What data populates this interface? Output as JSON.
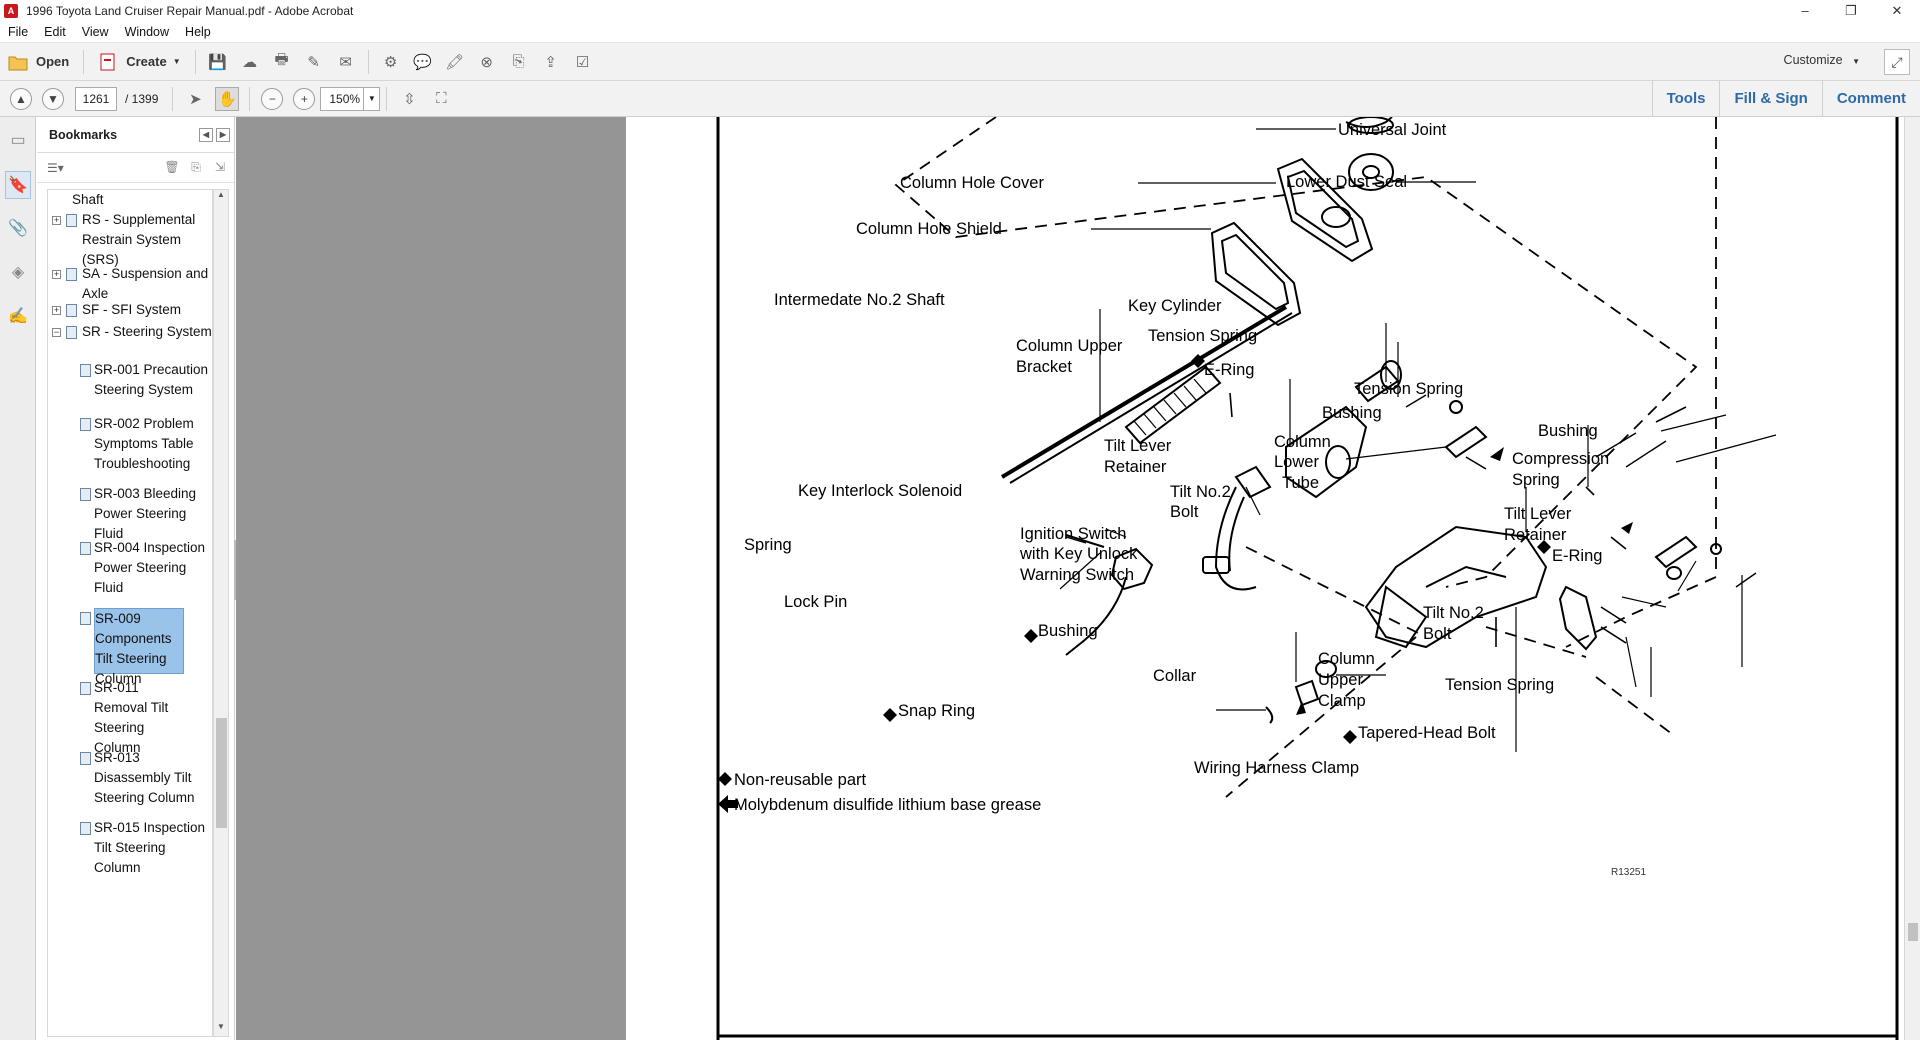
{
  "window": {
    "title": "1996 Toyota Land Cruiser Repair Manual.pdf - Adobe Acrobat",
    "controls": [
      "–",
      "❐",
      "✕"
    ]
  },
  "menu": [
    "File",
    "Edit",
    "View",
    "Window",
    "Help"
  ],
  "toolbar": {
    "open_label": "Open",
    "create_label": "Create",
    "customize_label": "Customize"
  },
  "nav": {
    "page_current": "1261",
    "page_total": "/ 1399",
    "zoom": "150%"
  },
  "right_links": [
    "Tools",
    "Fill & Sign",
    "Comment"
  ],
  "bookmarks": {
    "title": "Bookmarks",
    "items": [
      {
        "label": "Shaft"
      },
      {
        "label": "RS - Supplemental Restrain System (SRS)"
      },
      {
        "label": "SA - Suspension and Axle"
      },
      {
        "label": "SF - SFI System"
      },
      {
        "label": "SR - Steering System"
      },
      {
        "label": "SR-001 Precaution Steering System"
      },
      {
        "label": "SR-002 Problem Symptoms Table Troubleshooting"
      },
      {
        "label": "SR-003 Bleeding Power Steering Fluid"
      },
      {
        "label": "SR-004 Inspection Power Steering Fluid"
      },
      {
        "label": "SR-009 Components Tilt Steering Column"
      },
      {
        "label": "SR-011 Removal Tilt Steering Column"
      },
      {
        "label": "SR-013 Disassembly Tilt Steering Column"
      },
      {
        "label": "SR-015 Inspection Tilt Steering Column"
      }
    ]
  },
  "diagram": {
    "labels": {
      "universal_joint": "Universal Joint",
      "lower_dust_seal": "Lower Dust Seal",
      "column_hole_cover": "Column Hole Cover",
      "column_hole_shield": "Column Hole Shield",
      "intermediate_shaft": "Intermedate No.2 Shaft",
      "key_cylinder": "Key Cylinder",
      "tension_spring_1": "Tension Spring",
      "column_upper_bracket_1": "Column Upper",
      "column_upper_bracket_2": "Bracket",
      "e_ring_1": "E-Ring",
      "tension_spring_2": "Tension Spring",
      "bushing_1": "Bushing",
      "bushing_2": "Bushing",
      "tilt_lever_retainer_1a": "Tilt Lever",
      "tilt_lever_retainer_1b": "Retainer",
      "column_lower_tube_a": "Column",
      "column_lower_tube_b": "Lower",
      "column_lower_tube_c": "Tube",
      "compression_spring_a": "Compression",
      "compression_spring_b": "Spring",
      "tilt_no2_bolt_1a": "Tilt No.2",
      "tilt_no2_bolt_1b": "Bolt",
      "key_interlock_solenoid": "Key Interlock Solenoid",
      "ignition_switch_a": "Ignition Switch",
      "ignition_switch_b": "with Key Unlock",
      "ignition_switch_c": "Warning Switch",
      "tilt_lever_retainer_2a": "Tilt Lever",
      "tilt_lever_retainer_2b": "Retainer",
      "e_ring_2": "E-Ring",
      "spring": "Spring",
      "lock_pin": "Lock Pin",
      "tilt_no2_bolt_2a": "Tilt No.2",
      "tilt_no2_bolt_2b": "Bolt",
      "bushing_3": "Bushing",
      "collar": "Collar",
      "column_upper_clamp_a": "Column",
      "column_upper_clamp_b": "Upper",
      "column_upper_clamp_c": "Clamp",
      "tension_spring_3": "Tension Spring",
      "snap_ring": "Snap Ring",
      "tapered_head_bolt": "Tapered-Head Bolt",
      "wiring_harness_clamp": "Wiring Harness Clamp"
    },
    "legend": {
      "non_reusable": "Non-reusable part",
      "grease": "Molybdenum disulfide lithium base grease"
    },
    "figure_code": "R13251"
  }
}
